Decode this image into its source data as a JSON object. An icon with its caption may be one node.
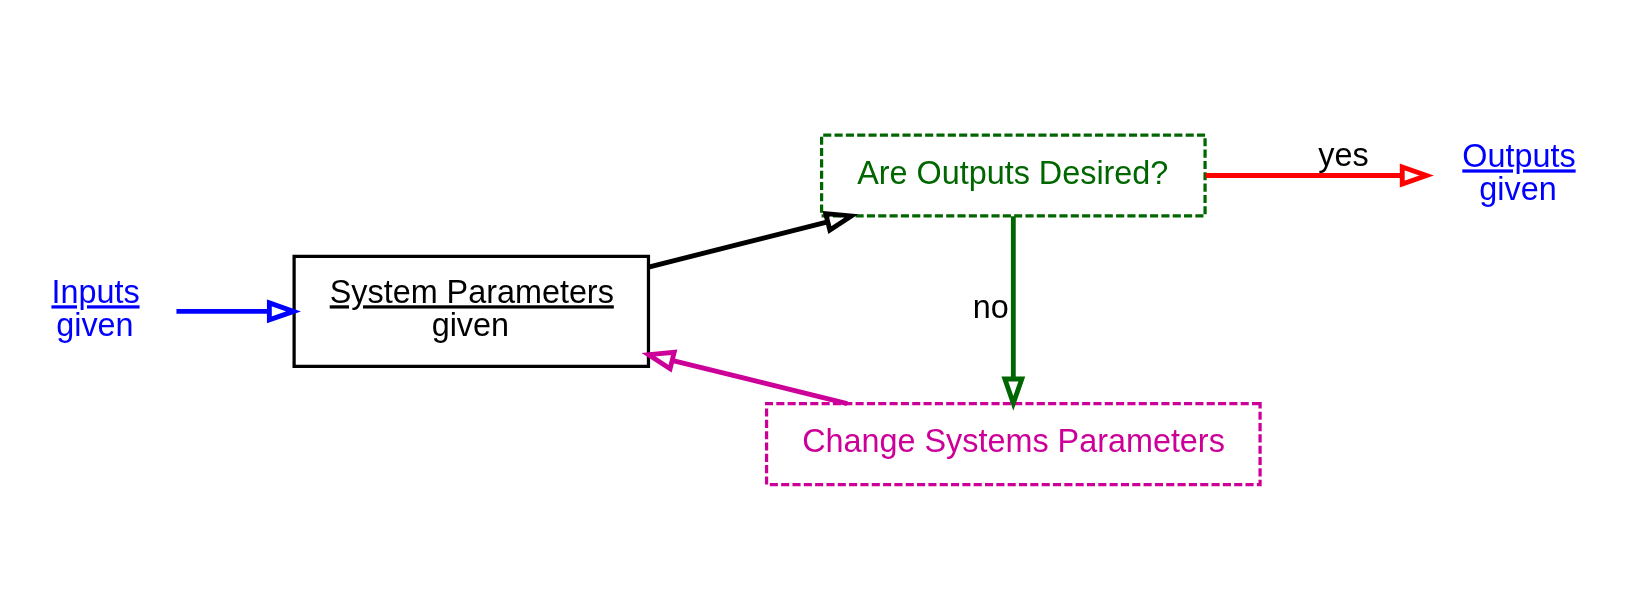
{
  "diagram": {
    "nodes": [
      {
        "text": [
          "Inputs",
          "given"
        ]
      },
      {
        "text": [
          "System Parameters",
          "given"
        ]
      },
      {
        "text": [
          "Are Outputs Desired?"
        ]
      },
      {
        "text": [
          "Outputs",
          "given"
        ]
      },
      {
        "text": [
          "Change Systems Parameters"
        ]
      }
    ],
    "edges": [
      {
        "from": 0,
        "to": 1,
        "arrow": "to",
        "color": "#0000ff"
      },
      {
        "from": 1,
        "to": 2,
        "arrow": "to",
        "color": "#000000"
      },
      {
        "from": 2,
        "to": 3,
        "arrow": "to",
        "label": "yes",
        "color": "#ff0000"
      },
      {
        "from": 2,
        "to": 4,
        "arrow": "to",
        "label": "no",
        "color": "#006600"
      },
      {
        "from": 4,
        "to": 1,
        "arrow": "to",
        "color": "#cc0099"
      }
    ]
  }
}
